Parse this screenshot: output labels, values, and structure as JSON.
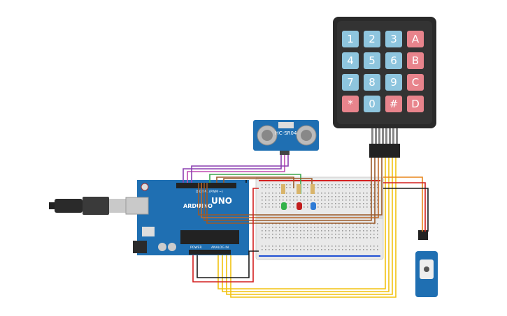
{
  "keypad": {
    "keys": [
      {
        "label": "1",
        "color": "#8ec5de"
      },
      {
        "label": "2",
        "color": "#8ec5de"
      },
      {
        "label": "3",
        "color": "#8ec5de"
      },
      {
        "label": "A",
        "color": "#e8848c"
      },
      {
        "label": "4",
        "color": "#8ec5de"
      },
      {
        "label": "5",
        "color": "#8ec5de"
      },
      {
        "label": "6",
        "color": "#8ec5de"
      },
      {
        "label": "B",
        "color": "#e8848c"
      },
      {
        "label": "7",
        "color": "#8ec5de"
      },
      {
        "label": "8",
        "color": "#8ec5de"
      },
      {
        "label": "9",
        "color": "#8ec5de"
      },
      {
        "label": "C",
        "color": "#e8848c"
      },
      {
        "label": "*",
        "color": "#e8848c"
      },
      {
        "label": "0",
        "color": "#8ec5de"
      },
      {
        "label": "#",
        "color": "#e8848c"
      },
      {
        "label": "D",
        "color": "#e8848c"
      }
    ]
  },
  "sensor": {
    "model": "HC-SR04"
  },
  "arduino": {
    "brand": "ARDUINO",
    "model": "UNO",
    "digital_label": "DIGITAL (PWM ~)",
    "power_label": "POWER",
    "analog_label": "ANALOG IN"
  },
  "leds": [
    {
      "color": "#33b24a"
    },
    {
      "color": "#c21d1d"
    },
    {
      "color": "#2e7bd6"
    }
  ],
  "colors": {
    "board": "#1f6fb2",
    "breadboard": "#e9e9e9",
    "wire_yellow": "#f2c20f",
    "wire_purple": "#8a3fb0",
    "wire_red": "#d41f1f",
    "wire_brown": "#9b5a2a",
    "wire_orange": "#e8861c",
    "wire_green": "#3aa64a",
    "wire_black": "#1a1a1a"
  }
}
